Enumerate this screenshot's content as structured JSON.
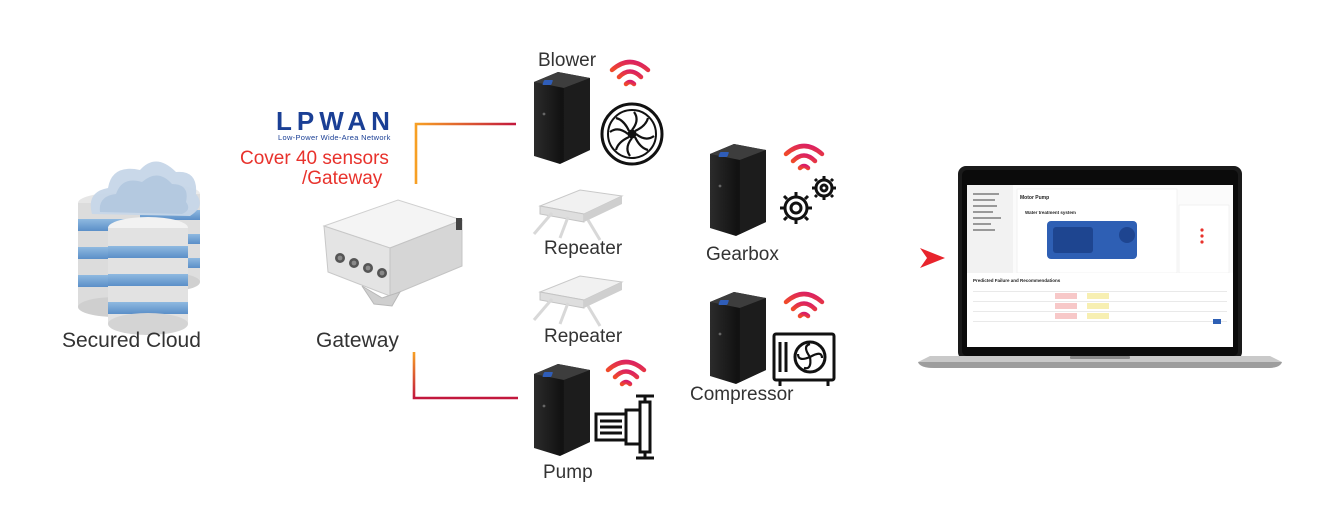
{
  "nodes": {
    "cloud": "Secured Cloud",
    "gateway": "Gateway",
    "repeater_top": "Repeater",
    "repeater_bottom": "Repeater",
    "blower": "Blower",
    "pump": "Pump",
    "gearbox": "Gearbox",
    "compressor": "Compressor"
  },
  "lpwan": {
    "title": "LPWAN",
    "subtitle": "Low-Power Wide-Area Network",
    "coverage_line1": "Cover 40 sensors",
    "coverage_line2": "/Gateway"
  },
  "screen": {
    "page_title": "Motor Pump",
    "system_title": "Water treatment system",
    "panel_title": "Predicted Failure and Recommendations"
  },
  "colors": {
    "link_start": "#f7a024",
    "link_end": "#c2173d",
    "arrow": "#e8242c",
    "accent_red": "#e8322c",
    "lpwan_blue": "#1a3f95"
  },
  "icons": [
    "cloud-server-icon",
    "gateway-device-icon",
    "repeater-antenna-icon",
    "sensor-device-icon",
    "wifi-signal-icon",
    "fan-icon",
    "gears-icon",
    "pump-icon",
    "compressor-icon",
    "laptop-icon"
  ]
}
